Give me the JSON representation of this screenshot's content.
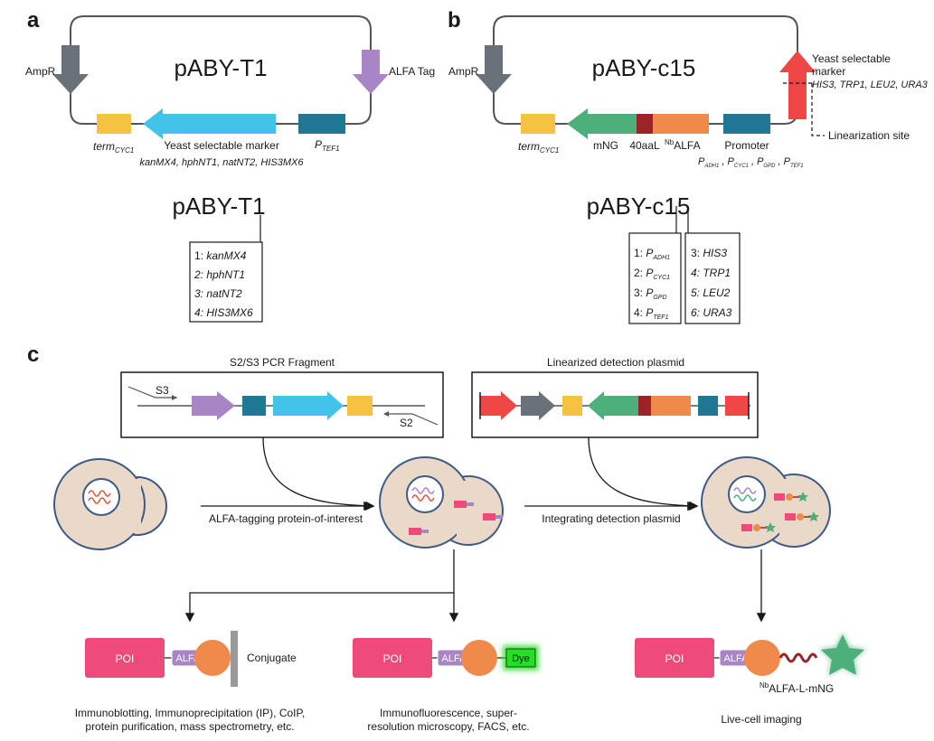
{
  "panel_a": {
    "letter": "a",
    "plasmid_name": "pABY-T1",
    "label_ampr": "AmpR",
    "label_alfa_tag": "ALFA Tag",
    "label_term": "term",
    "label_term_sub": "CYC1",
    "label_marker": "Yeast selectable marker",
    "label_p": "P",
    "label_p_sub": "TEF1",
    "label_marker_list": "kanMX4, hphNT1, natNT2, HIS3MX6",
    "table_title": "pABY-T1",
    "table_rows": [
      "1: kanMX4",
      "2: hphNT1",
      "3: natNT2",
      "4: HIS3MX6"
    ]
  },
  "panel_b": {
    "letter": "b",
    "plasmid_name": "pABY-c15",
    "label_ampr": "AmpR",
    "label_yeast_marker_1": "Yeast selectable",
    "label_yeast_marker_2": "marker",
    "label_yeast_marker_list": "HIS3, TRP1, LEU2, URA3",
    "label_linearization": "Linearization site",
    "label_term": "term",
    "label_term_sub": "CYC1",
    "label_mng": "mNG",
    "label_linker": "40aaL",
    "label_nb_sup": "Nb",
    "label_alfa": "ALFA",
    "label_promoter": "Promoter",
    "promoter_list": [
      {
        "p": "P",
        "sub": "ADH1"
      },
      {
        "p": "P",
        "sub": "CYC1"
      },
      {
        "p": "P",
        "sub": "GPD"
      },
      {
        "p": "P",
        "sub": "TEF1"
      }
    ],
    "table_title": "pABY-c15",
    "table_left": [
      {
        "num": "1: ",
        "p": "P",
        "sub": "ADH1"
      },
      {
        "num": "2: ",
        "p": "P",
        "sub": "CYC1"
      },
      {
        "num": "3: ",
        "p": "P",
        "sub": "GPD"
      },
      {
        "num": "4: ",
        "p": "P",
        "sub": "TEF1"
      }
    ],
    "table_right": [
      "3: HIS3",
      "4: TRP1",
      "5: LEU2",
      "6: URA3"
    ]
  },
  "panel_c": {
    "letter": "c",
    "box1_title": "S2/S3 PCR Fragment",
    "box1_s3": "S3",
    "box1_s2": "S2",
    "box2_title": "Linearized detection plasmid",
    "arrow1_label": "ALFA-tagging protein-of-interest",
    "arrow2_label": "Integrating detection plasmid",
    "poi": "POI",
    "alfa": "ALFA",
    "conjugate": "Conjugate",
    "dye": "Dye",
    "nb_sup": "Nb",
    "nb_label": "ALFA-L-mNG",
    "app1_line1": "Immunoblotting, Immunoprecipitation (IP), CoIP,",
    "app1_line2": "protein purification, mass spectrometry, etc.",
    "app2_line1": "Immunofluorescence, super-",
    "app2_line2": "resolution microscopy, FACS, etc.",
    "app3": "Live-cell imaging"
  },
  "colors": {
    "term_yellow": "#f5c242",
    "marker_cyan": "#44c3ea",
    "promoter_teal": "#217896",
    "ampr_gray": "#6b7179",
    "alfa_purple": "#a885c4",
    "mng_green": "#4daf7c",
    "linker_red": "#9b2226",
    "nb_orange": "#f0894a",
    "yeast_marker_red": "#f04646",
    "poi_pink": "#ef4a7b",
    "dye_green": "#22e022",
    "cell_fill": "#ead8c8",
    "cell_stroke": "#3e5a86"
  }
}
